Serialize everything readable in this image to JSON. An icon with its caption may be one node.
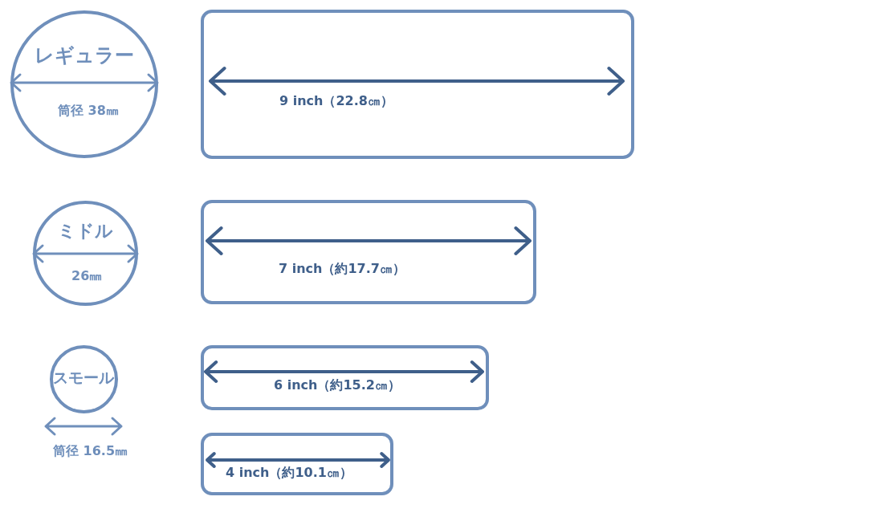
{
  "diagram": {
    "nodes": [
      {
        "text": [
          "レギュラー",
          "筒径 38㎜"
        ]
      },
      {
        "text": [
          "ミドル",
          "26㎜"
        ]
      },
      {
        "text": [
          "スモール"
        ],
        "beside": [
          "筒径 16.5㎜"
        ]
      },
      {
        "text": [
          "9 inch（22.8㎝）"
        ]
      },
      {
        "text": [
          "7 inch（約17.7㎝）"
        ]
      },
      {
        "text": [
          "6 inch（約15.2㎝）"
        ]
      },
      {
        "text": [
          "4 inch（約10.1㎝）"
        ]
      }
    ]
  }
}
